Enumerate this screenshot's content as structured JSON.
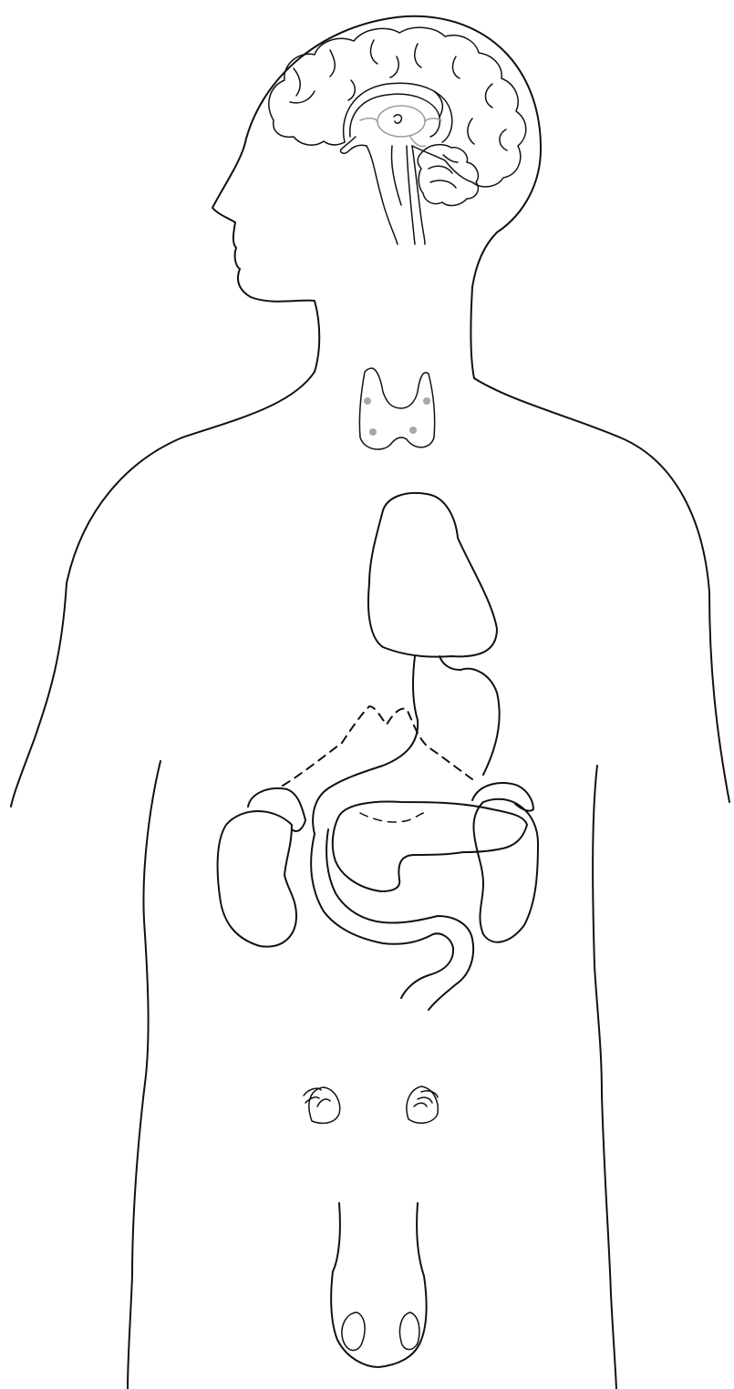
{
  "colors": {
    "background": "#ffffff",
    "line": "#111111",
    "detail": "#9a9a9a"
  },
  "figure": {
    "parts": [
      "body-outline",
      "brain",
      "thyroid",
      "liver",
      "stomach",
      "pancreas",
      "left-kidney",
      "right-kidney",
      "intestine",
      "ovaries",
      "uterus"
    ],
    "labels": []
  }
}
